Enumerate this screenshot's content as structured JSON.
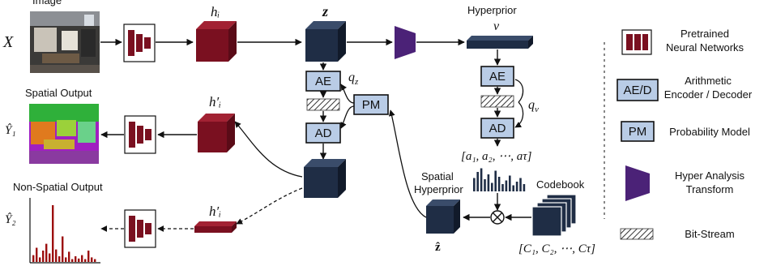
{
  "labels": {
    "image": "Image",
    "x_input": "X",
    "h_i": "hᵢ",
    "z": "z",
    "hyperprior": "Hyperprior",
    "v": "v",
    "q_z": "q",
    "q_z_sub": "z",
    "q_v": "q",
    "q_v_sub": "v",
    "spatial_output": "Spatial Output",
    "y1": "Ŷ₁",
    "h_i_prime_top": "h′ᵢ",
    "h_i_prime_bottom": "h′ᵢ",
    "non_spatial_output": "Non-Spatial Output",
    "y2": "Ŷ₂",
    "spatial_hyperprior_1": "Spatial",
    "spatial_hyperprior_2": "Hyperprior",
    "z_hat": "ẑ",
    "codebook": "Codebook",
    "a_seq": "[a₁, a₂, ⋯, aτ]",
    "c_seq": "[C₁, C₂, ⋯, Cτ]",
    "otimes": "⊗"
  },
  "boxes": {
    "ae_left": "AE",
    "ad_left": "AD",
    "pm": "PM",
    "ae_right": "AE",
    "ad_right": "AD"
  },
  "legend": {
    "pretrained": [
      "Pretrained",
      "Neural Networks"
    ],
    "aed": [
      "Arithmetic",
      "Encoder / Decoder"
    ],
    "aed_box": "AE/D",
    "pm": "Probability Model",
    "pm_box": "PM",
    "hyper": [
      "Hyper Analysis",
      "Transform"
    ],
    "bitstream": "Bit-Stream"
  },
  "colors": {
    "maroon": "#7a1020",
    "navy": "#1f2d45",
    "purple": "#4b2277",
    "box_fill": "#b9cce6",
    "bar_red": "#9c0e0e"
  },
  "non_spatial_bars": [
    0.12,
    0.25,
    0.08,
    0.2,
    0.32,
    0.15,
    1.0,
    0.22,
    0.1,
    0.45,
    0.08,
    0.18,
    0.05,
    0.1,
    0.06,
    0.12,
    0.05,
    0.2,
    0.08,
    0.05
  ],
  "hyper_bars": [
    0.55,
    0.8,
    0.95,
    0.5,
    0.7,
    0.35,
    0.85,
    0.6,
    0.3,
    0.45,
    0.65,
    0.25,
    0.4,
    0.55,
    0.3
  ]
}
